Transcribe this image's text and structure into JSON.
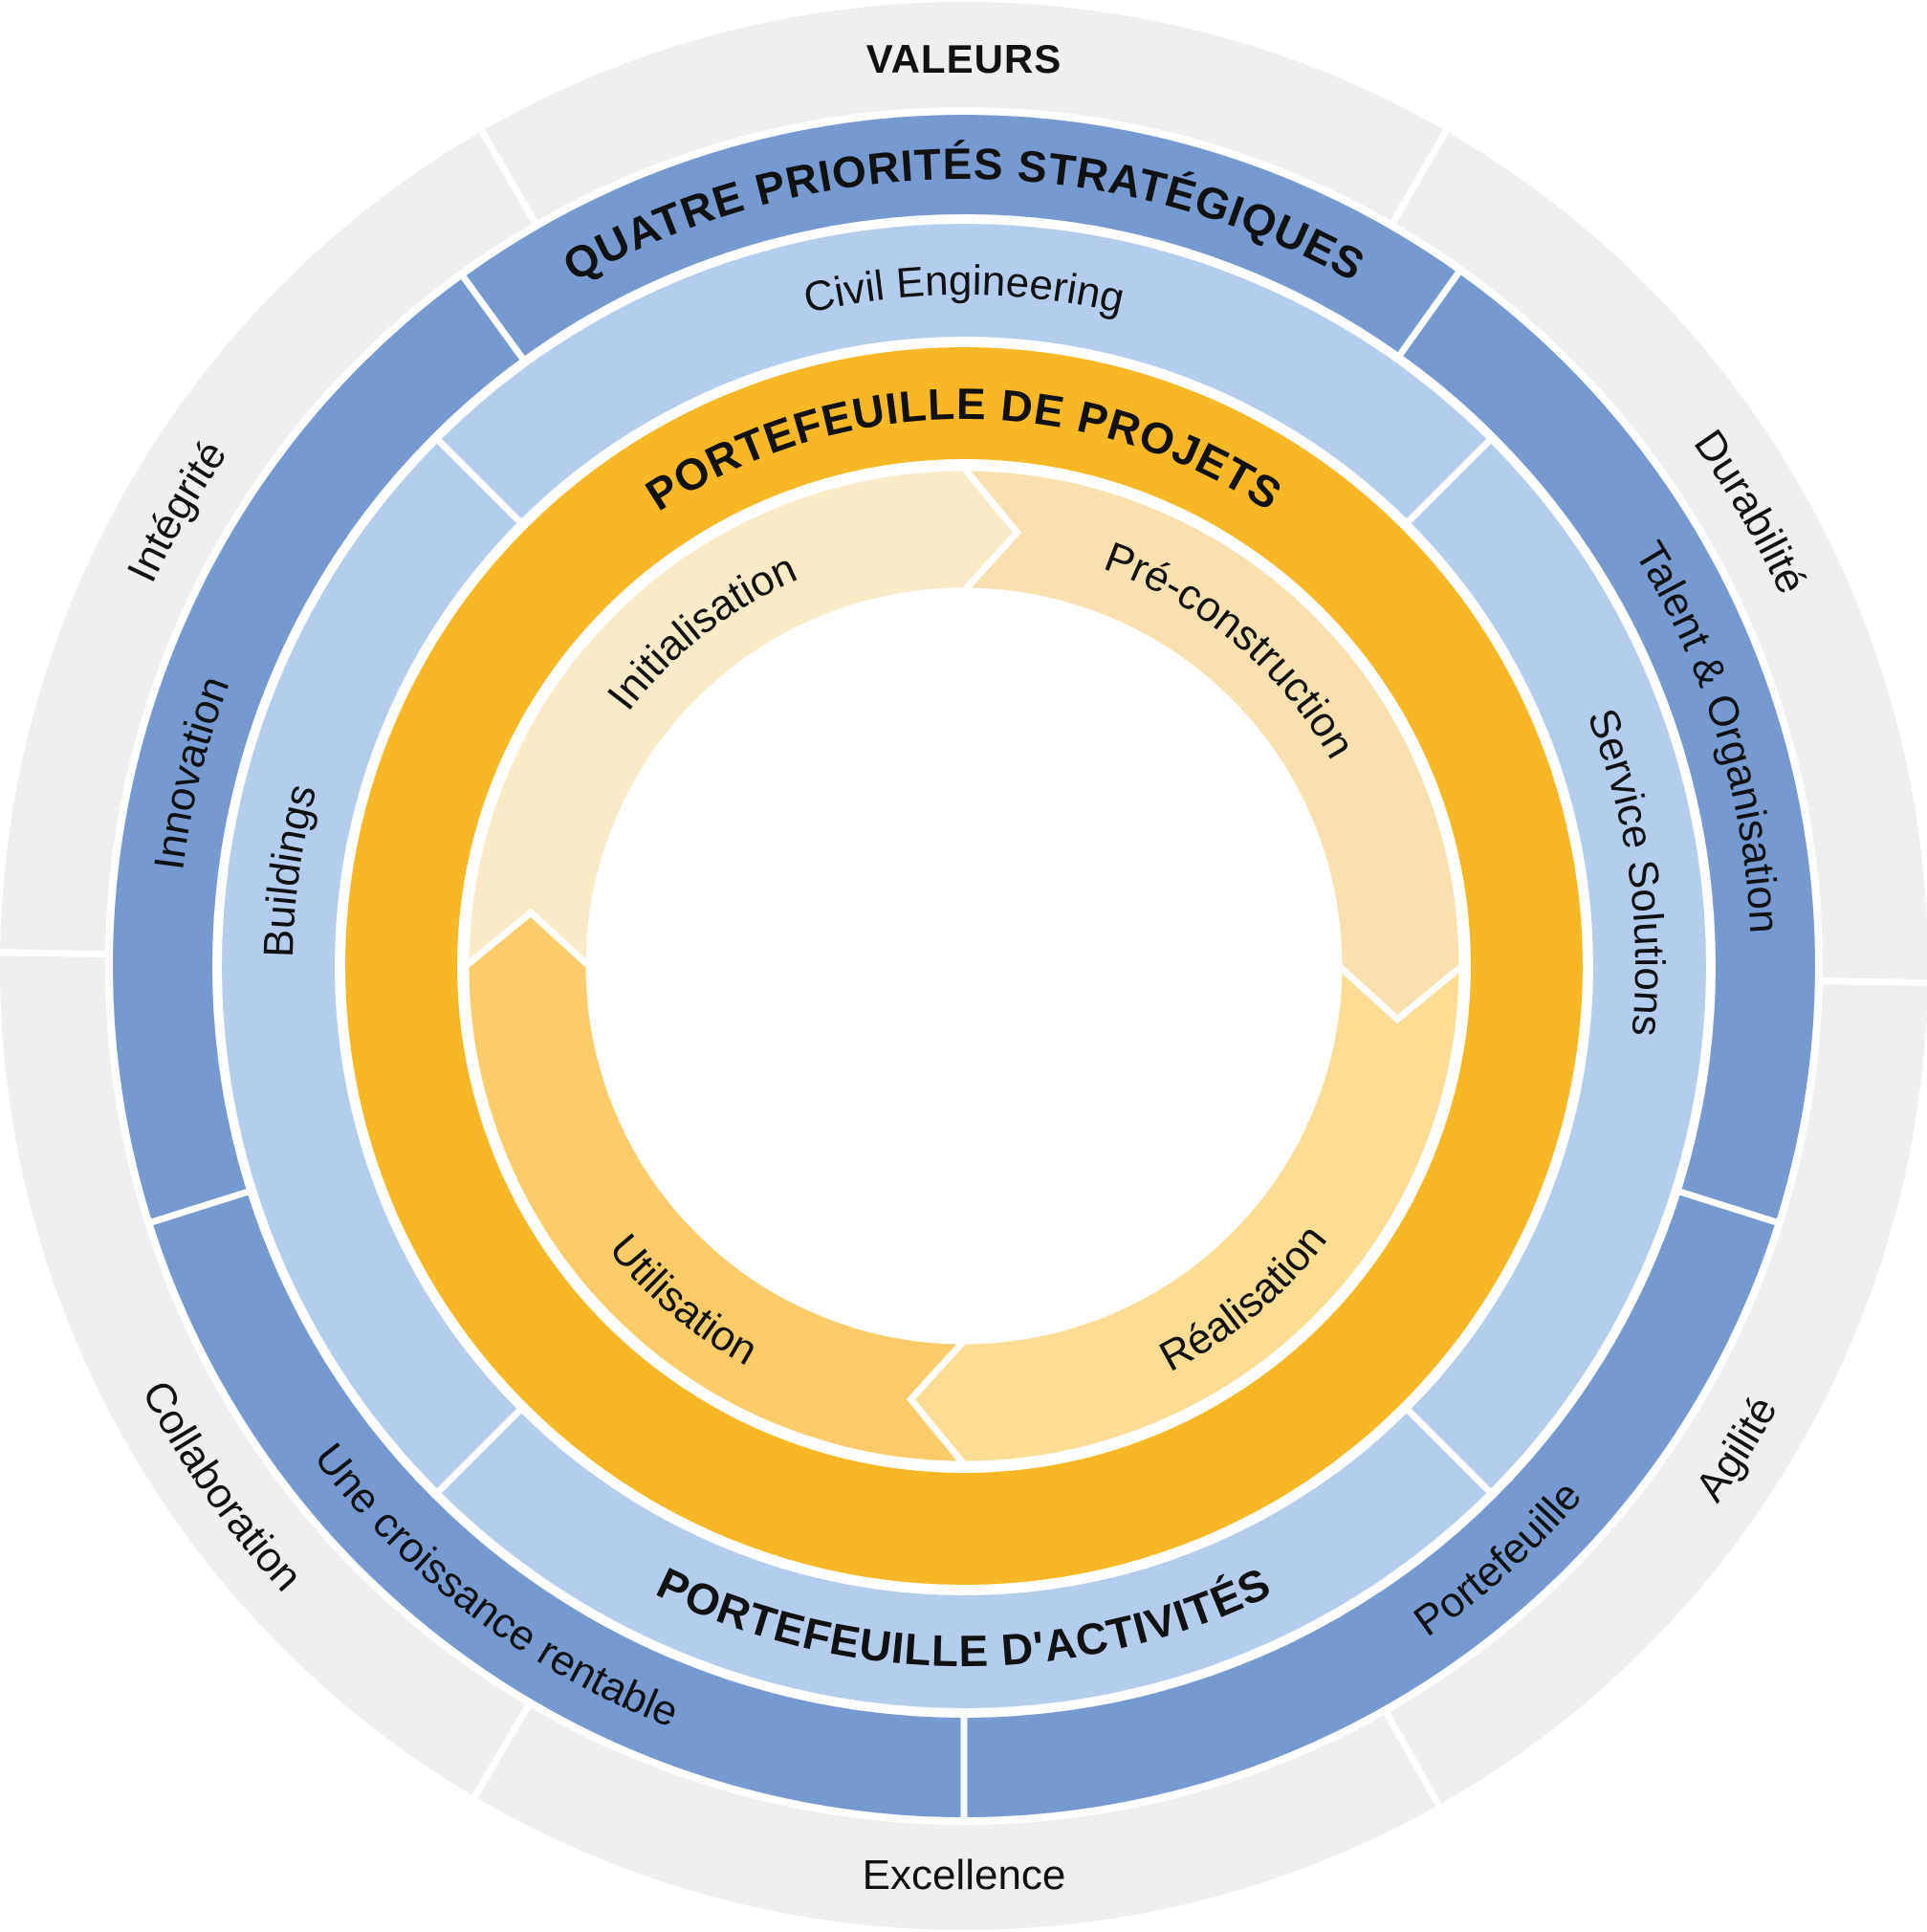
{
  "colors": {
    "background": "#ffffff",
    "gap": "#ffffff",
    "values_ring": "#efefed",
    "priorities_ring": "#7599d0",
    "business_ring": "#b5cdec",
    "projects_ring": "#f8b825",
    "phase_initialisation": "#faebc8",
    "phase_preconstruction": "#f8e1ae",
    "phase_realisation": "#fddc94",
    "phase_utilisation": "#fccc6b",
    "text": "#111111"
  },
  "rings": {
    "values": {
      "title": "VALEURS",
      "segments": [
        {
          "label": "Durabilité"
        },
        {
          "label": "Agilité"
        },
        {
          "label": "Excellence"
        },
        {
          "label": "Collaboration"
        },
        {
          "label": "Intégrité"
        }
      ]
    },
    "priorities": {
      "title": "QUATRE PRIORITÉS STRATÉGIQUES",
      "segments": [
        {
          "label": "Talent & Organisation"
        },
        {
          "label": "Portefeuille"
        },
        {
          "label": "Une croissance rentable"
        },
        {
          "label": "Innovation"
        }
      ]
    },
    "business": {
      "title": "PORTEFEUILLE D'ACTIVITÉS",
      "segments": [
        {
          "label": "Civil Engineering"
        },
        {
          "label": "Service Solutions"
        },
        {
          "label": "Buildings"
        }
      ]
    },
    "projects": {
      "title": "PORTEFEUILLE DE PROJETS"
    },
    "phases": {
      "segments": [
        {
          "label": "Initialisation"
        },
        {
          "label": "Pré-construction"
        },
        {
          "label": "Réalisation"
        },
        {
          "label": "Utilisation"
        }
      ]
    }
  }
}
